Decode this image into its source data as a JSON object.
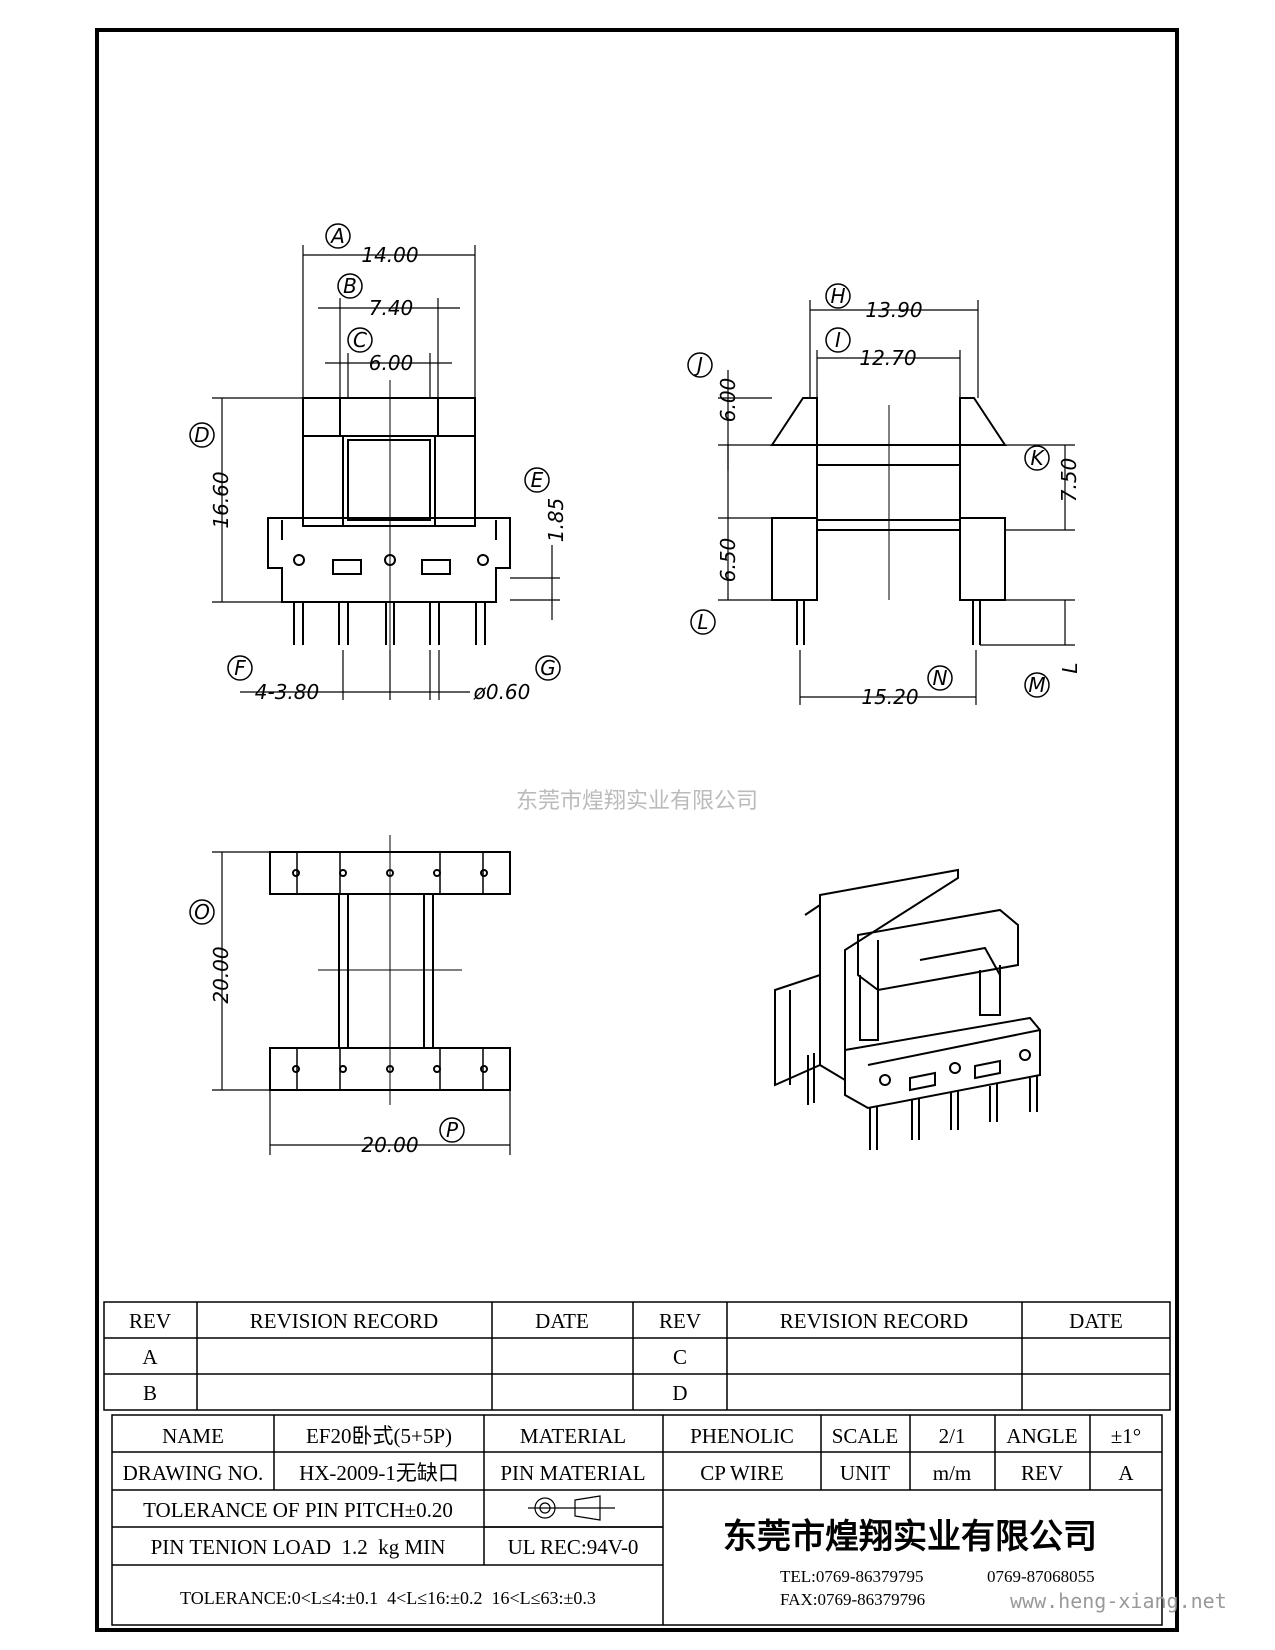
{
  "dimensions": {
    "A": {
      "letter": "A",
      "value": "14.00"
    },
    "B": {
      "letter": "B",
      "value": "7.40"
    },
    "C": {
      "letter": "C",
      "value": "6.00"
    },
    "D": {
      "letter": "D",
      "value": "16.60"
    },
    "E": {
      "letter": "E",
      "value": "1.85"
    },
    "F": {
      "letter": "F",
      "value": "4-3.80"
    },
    "G": {
      "letter": "G",
      "value": "ø0.60"
    },
    "H": {
      "letter": "H",
      "value": "13.90"
    },
    "I": {
      "letter": "I",
      "value": "12.70"
    },
    "J": {
      "letter": "J",
      "value": "6.00"
    },
    "K": {
      "letter": "K",
      "value": "7.50"
    },
    "L": {
      "letter": "L",
      "value": "6.50"
    },
    "M": {
      "letter": "M",
      "value": "L"
    },
    "N": {
      "letter": "N",
      "value": "15.20"
    },
    "O": {
      "letter": "O",
      "value": "20.00"
    },
    "P": {
      "letter": "P",
      "value": "20.00"
    }
  },
  "watermark": "东莞市煌翔实业有限公司",
  "revision_table": {
    "headers": [
      "REV",
      "REVISION RECORD",
      "DATE",
      "REV",
      "REVISION RECORD",
      "DATE"
    ],
    "rows": [
      [
        "A",
        "",
        "",
        "C",
        "",
        ""
      ],
      [
        "B",
        "",
        "",
        "D",
        "",
        ""
      ]
    ]
  },
  "title_block": {
    "name_label": "NAME",
    "name_value": "EF20卧式(5+5P)",
    "material_label": "MATERIAL",
    "material_value": "PHENOLIC",
    "scale_label": "SCALE",
    "scale_value": "2/1",
    "angle_label": "ANGLE",
    "angle_value": "±1°",
    "drawing_no_label": "DRAWING NO.",
    "drawing_no_value": "HX-2009-1无缺口",
    "pin_material_label": "PIN MATERIAL",
    "pin_material_value": "CP WIRE",
    "unit_label": "UNIT",
    "unit_value": "m/m",
    "rev_label": "REV",
    "rev_value": "A",
    "tolerance_pitch": "TOLERANCE OF PIN PITCH±0.20",
    "pin_tension": "PIN TENION LOAD  1.2  kg MIN",
    "ul": "UL REC:94V-0",
    "tolerance_ranges": "TOLERANCE:0<L≤4:±0.1  4<L≤16:±0.2  16<L≤63:±0.3",
    "company": "东莞市煌翔实业有限公司",
    "tel": "TEL:0769-86379795",
    "tel2": "0769-87068055",
    "fax": "FAX:0769-86379796",
    "website": "www.heng-xiang.net"
  }
}
